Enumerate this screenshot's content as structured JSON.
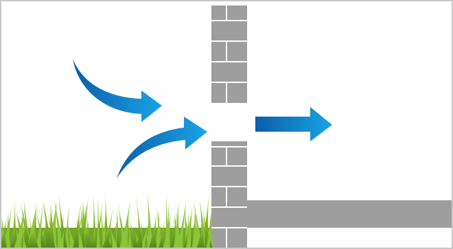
{
  "diagram": {
    "description_visible_text": [],
    "elements": {
      "wall": {
        "material": "brick",
        "color": "#9e9e9e",
        "mortar_color": "#ffffff"
      },
      "floor_slab": {
        "color": "#9e9e9e"
      },
      "opening": {
        "type": "gap-in-wall"
      },
      "grass": {
        "color_light": "#b6d93a",
        "color_dark": "#4f8a1a"
      },
      "arrows": {
        "gradient_start": "#0b5ea8",
        "gradient_end": "#1ba3e6",
        "items": [
          {
            "name": "incoming-arrow-upper",
            "direction": "curved-in"
          },
          {
            "name": "incoming-arrow-lower",
            "direction": "curved-in"
          },
          {
            "name": "outgoing-arrow",
            "direction": "straight-out"
          }
        ]
      }
    }
  }
}
